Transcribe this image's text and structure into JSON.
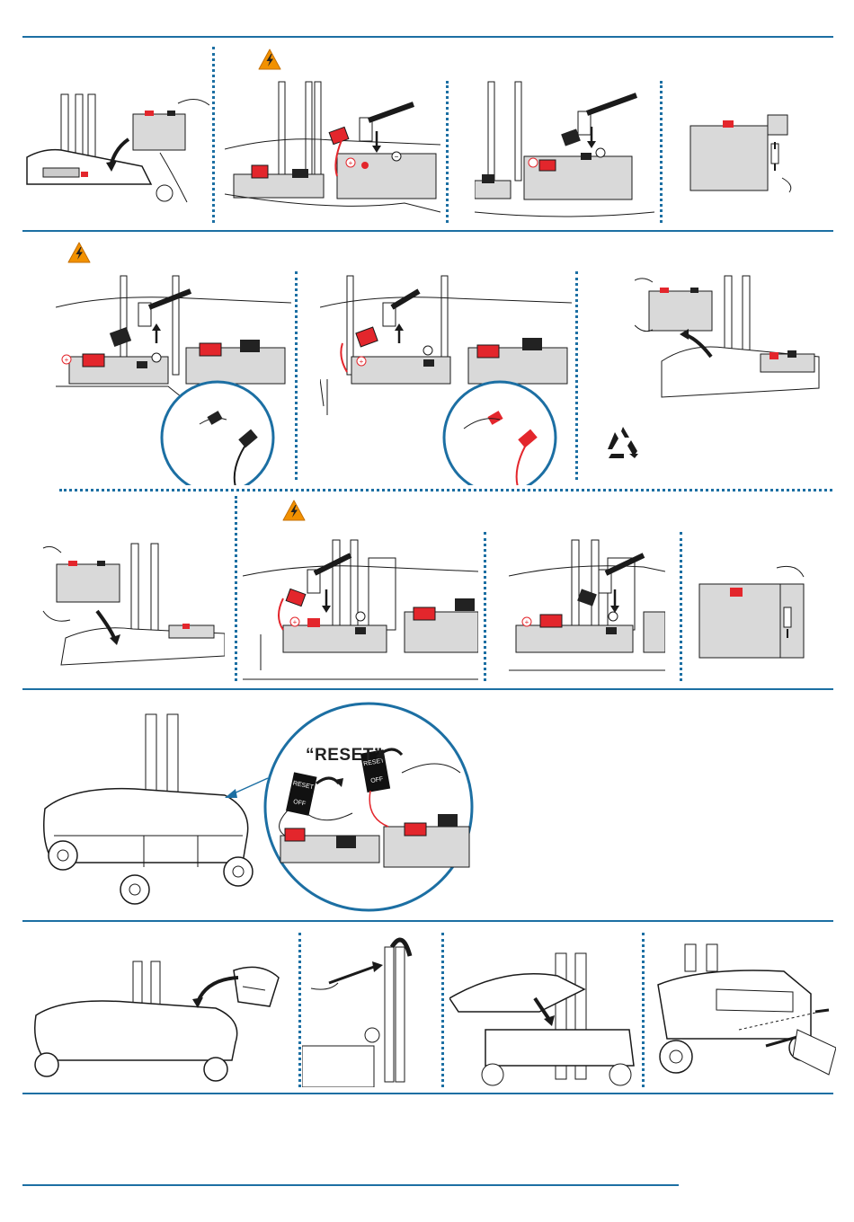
{
  "figure": {
    "warning_icon": "electrical-hazard-warning-icon",
    "recycle_icon": "recycle-icon",
    "reset_label": "“RESET”",
    "switch_reset_text": "RESET",
    "switch_off_text": "OFF",
    "positive_symbol": "+",
    "negative_symbol": "−"
  },
  "colors": {
    "rule_blue": "#1c6fa3",
    "battery_red": "#e3262c",
    "warning_orange": "#f29100",
    "line_black": "#1a1a1a",
    "battery_gray": "#d9d9d9"
  }
}
